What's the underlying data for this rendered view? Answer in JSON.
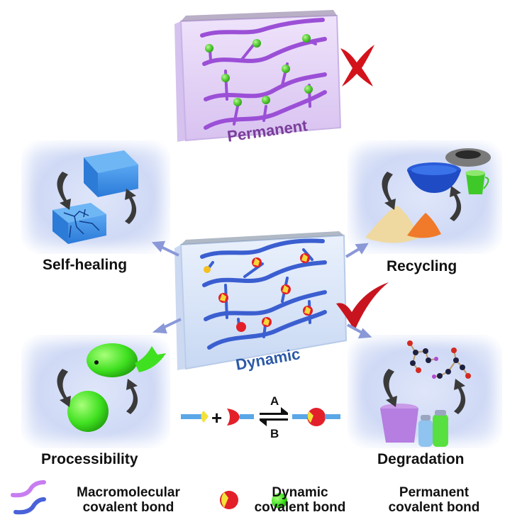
{
  "title_labels": {
    "permanent": "Permanent",
    "dynamic": "Dynamic"
  },
  "applications": [
    {
      "id": "self-healing",
      "label": "Self-healing",
      "items": [
        "intact-block",
        "cracked-block"
      ]
    },
    {
      "id": "recycling",
      "label": "Recycling",
      "items": [
        "blue-bowl",
        "tire",
        "green-cup",
        "sand-pile",
        "orange-pile"
      ]
    },
    {
      "id": "processability",
      "label": "Processibility",
      "items": [
        "green-whale",
        "green-ball"
      ]
    },
    {
      "id": "degradation",
      "label": "Degradation",
      "items": [
        "molecules",
        "purple-basket",
        "bottles"
      ]
    }
  ],
  "equilibrium": {
    "forward_label": "A",
    "reverse_label": "B",
    "plus": "+"
  },
  "marks": {
    "permanent": "cross-mark",
    "dynamic": "check-mark"
  },
  "legend": [
    {
      "icon": "macromolecular-chain-icon",
      "line1": "Macromolecular",
      "line2": "covalent bond"
    },
    {
      "icon": "dynamic-bond-icon",
      "line1": "Dynamic",
      "line2": "covalent bond"
    },
    {
      "icon": "permanent-bond-icon",
      "line1": "Permanent",
      "line2": "covalent bond"
    }
  ],
  "colors": {
    "permanent_text": "#7a3d9a",
    "dynamic_text": "#2d5aa8",
    "permanent_chain": "#9b4fd6",
    "dynamic_chain": "#3b5fd0",
    "permanent_bond": "#58d03a",
    "dynamic_bond_red": "#e3202a",
    "dynamic_bond_yellow": "#f4e13a",
    "cross": "#d4121c",
    "check": "#c8141e"
  }
}
